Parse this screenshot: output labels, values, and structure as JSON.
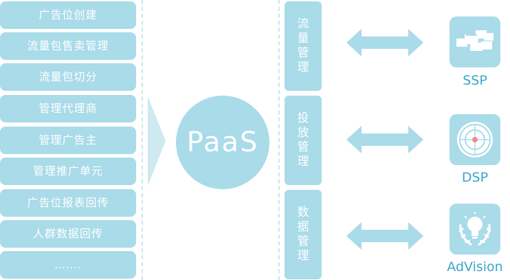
{
  "features": [
    "广告位创建",
    "流量包售卖管理",
    "流量包切分",
    "管理代理商",
    "管理广告主",
    "管理推广单元",
    "广告位报表回传",
    "人群数据回传",
    "……."
  ],
  "center": {
    "label": "PaaS"
  },
  "modules": [
    {
      "label": "流量管理"
    },
    {
      "label": "投放管理"
    },
    {
      "label": "数据管理"
    }
  ],
  "platforms": [
    {
      "label": "SSP",
      "icon": "windows-icon"
    },
    {
      "label": "DSP",
      "icon": "target-icon"
    },
    {
      "label": "AdVision",
      "icon": "lightbulb-laurel-icon"
    }
  ],
  "colors": {
    "box": "#a9dbe9",
    "text_light": "#ffffff",
    "accent_text": "#3aa6c9",
    "arrow": "#a9dbe9",
    "divider": "#c9e6ef"
  }
}
